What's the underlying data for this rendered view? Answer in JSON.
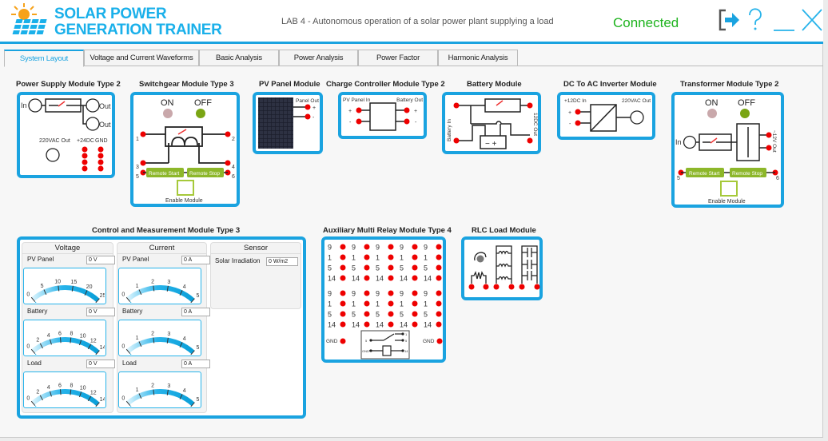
{
  "header": {
    "brand_line1": "SOLAR POWER",
    "brand_line2": "GENERATION TRAINER",
    "lab_title": "LAB 4 - Autonomous operation of a solar power plant supplying a load",
    "status": "Connected",
    "status_color": "#1db31d",
    "accent": "#1aa3e0",
    "icons": [
      "logout-icon",
      "help-icon",
      "minimize-icon",
      "close-icon"
    ]
  },
  "tabs": [
    {
      "label": "System Layout",
      "active": true
    },
    {
      "label": "Voltage and Current Waveforms"
    },
    {
      "label": "Basic Analysis"
    },
    {
      "label": "Power Analysis"
    },
    {
      "label": "Power Factor"
    },
    {
      "label": "Harmonic Analysis"
    }
  ],
  "modules": {
    "power_supply": {
      "title": "Power Supply Module Type 2",
      "in": "In",
      "out1": "Out",
      "out2": "Out",
      "ac_out": "220VAC Out",
      "dc": "+24DC",
      "gnd": "GND"
    },
    "switchgear": {
      "title": "Switchgear Module Type 3",
      "on": "ON",
      "off": "OFF",
      "remote_start": "Remote Start",
      "remote_stop": "Remote Stop",
      "enable": "Enable Module",
      "terminals": [
        "1",
        "2",
        "3",
        "4",
        "5",
        "6"
      ]
    },
    "pv_panel": {
      "title": "PV Panel Module",
      "out": "Panel Out",
      "plus": "+",
      "minus": "-"
    },
    "charge_controller": {
      "title": "Charge Controller Module Type 2",
      "in": "PV Panel In",
      "out": "Battery Out",
      "plus": "+",
      "minus": "-"
    },
    "battery": {
      "title": "Battery Module",
      "in": "Battery In",
      "out": "12DC Out"
    },
    "inverter": {
      "title": "DC To AC Inverter Module",
      "in": "+12DC In",
      "out": "220VAC Out",
      "plus": "+",
      "minus": "-"
    },
    "transformer": {
      "title": "Transformer Module Type 2",
      "on": "ON",
      "off": "OFF",
      "in": "In",
      "out": "~12V Out",
      "remote_start": "Remote Start",
      "remote_stop": "Remote Stop",
      "enable": "Enable Module",
      "t5": "5",
      "t6": "6"
    },
    "control": {
      "title": "Control and Measurement Module Type 3",
      "voltage": {
        "header": "Voltage",
        "gauges": [
          {
            "label": "PV Panel",
            "value": "0 V",
            "ticks": [
              0,
              5,
              10,
              15,
              20,
              25
            ],
            "level": 0
          },
          {
            "label": "Battery",
            "value": "0 V",
            "ticks": [
              0,
              2,
              4,
              6,
              8,
              10,
              12,
              14
            ],
            "level": 0
          },
          {
            "label": "Load",
            "value": "0 V",
            "ticks": [
              0,
              2,
              4,
              6,
              8,
              10,
              12,
              14
            ],
            "level": 0
          }
        ]
      },
      "current": {
        "header": "Current",
        "gauges": [
          {
            "label": "PV Panel",
            "value": "0 A",
            "ticks": [
              0,
              1,
              2,
              3,
              4,
              5
            ],
            "level": 0
          },
          {
            "label": "Battery",
            "value": "0 A",
            "ticks": [
              0,
              1,
              2,
              3,
              4,
              5
            ],
            "level": 0
          },
          {
            "label": "Load",
            "value": "0 A",
            "ticks": [
              0,
              1,
              2,
              3,
              4,
              5
            ],
            "level": 0
          }
        ]
      },
      "sensor": {
        "header": "Sensor",
        "label": "Solar Irradiation",
        "value": "0 W/m2"
      }
    },
    "relay": {
      "title": "Auxiliary Multi Relay Module Type 4",
      "pins": [
        "9",
        "1",
        "5",
        "14"
      ],
      "gnd": "GND",
      "diagram_labels": [
        "1",
        "5",
        "5",
        "GND",
        "14"
      ]
    },
    "rlc": {
      "title": "RLC Load Module"
    }
  }
}
